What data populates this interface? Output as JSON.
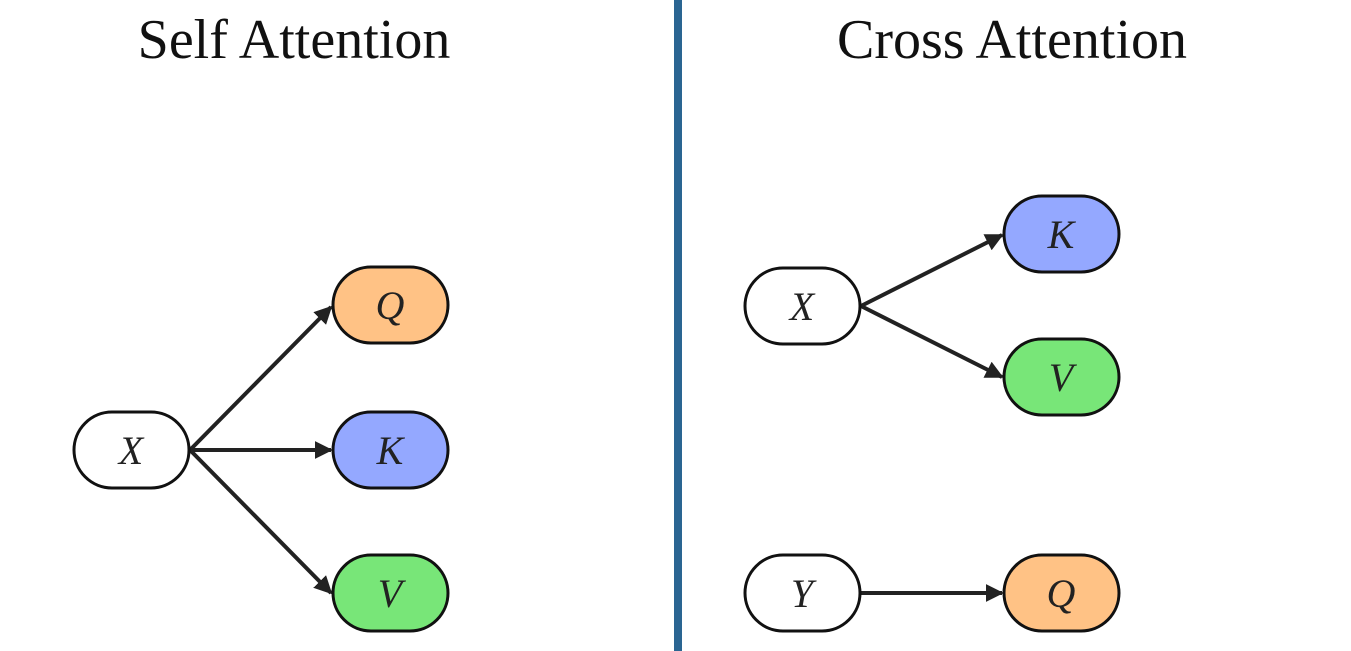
{
  "panels": {
    "self": {
      "title": "Self Attention",
      "nodes": {
        "x": {
          "label": "X",
          "color": "#ffffff"
        },
        "q": {
          "label": "Q",
          "color": "#ffc285"
        },
        "k": {
          "label": "K",
          "color": "#94a8ff"
        },
        "v": {
          "label": "V",
          "color": "#78e678"
        }
      }
    },
    "cross": {
      "title": "Cross Attention",
      "nodes": {
        "x": {
          "label": "X",
          "color": "#ffffff"
        },
        "y": {
          "label": "Y",
          "color": "#ffffff"
        },
        "k": {
          "label": "K",
          "color": "#94a8ff"
        },
        "v": {
          "label": "V",
          "color": "#78e678"
        },
        "q": {
          "label": "Q",
          "color": "#ffc285"
        }
      }
    }
  },
  "colors": {
    "divider": "#2a6592",
    "edge": "#222222",
    "node_border": "#111111"
  }
}
